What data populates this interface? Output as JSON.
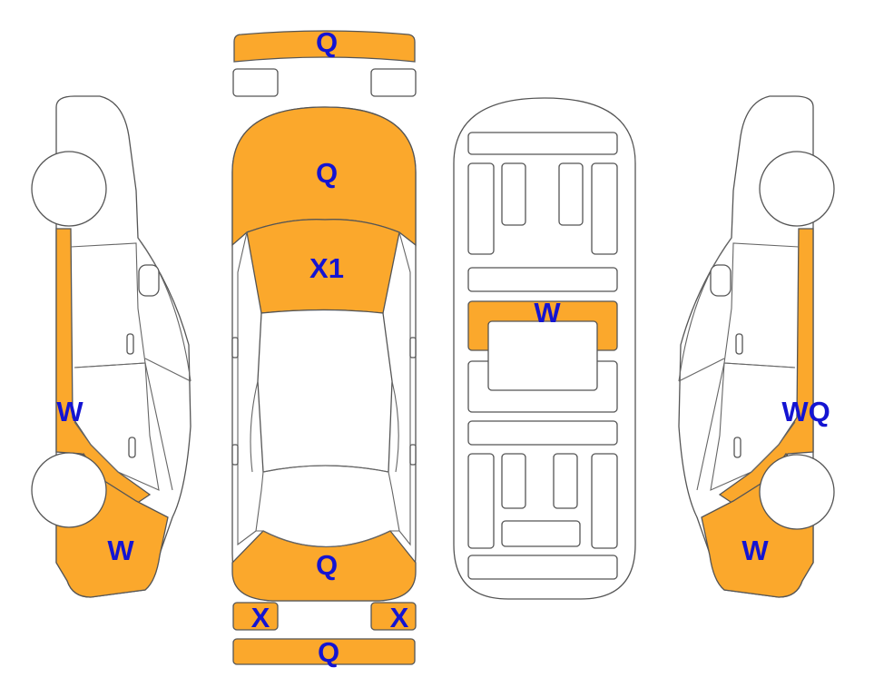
{
  "colors": {
    "damage_fill": "#FBA82C",
    "label_color": "#1414D2",
    "outline": "#555555"
  },
  "labels": {
    "front_bumper": "Q",
    "hood": "Q",
    "windshield": "X1",
    "trunk": "Q",
    "left_rear_lamp": "X",
    "right_rear_lamp": "X",
    "rear_bumper": "Q",
    "floor_panel": "W",
    "left_side_sill": "W",
    "left_rear_quarter": "W",
    "right_side_sill": "WQ",
    "right_rear_quarter": "W"
  }
}
